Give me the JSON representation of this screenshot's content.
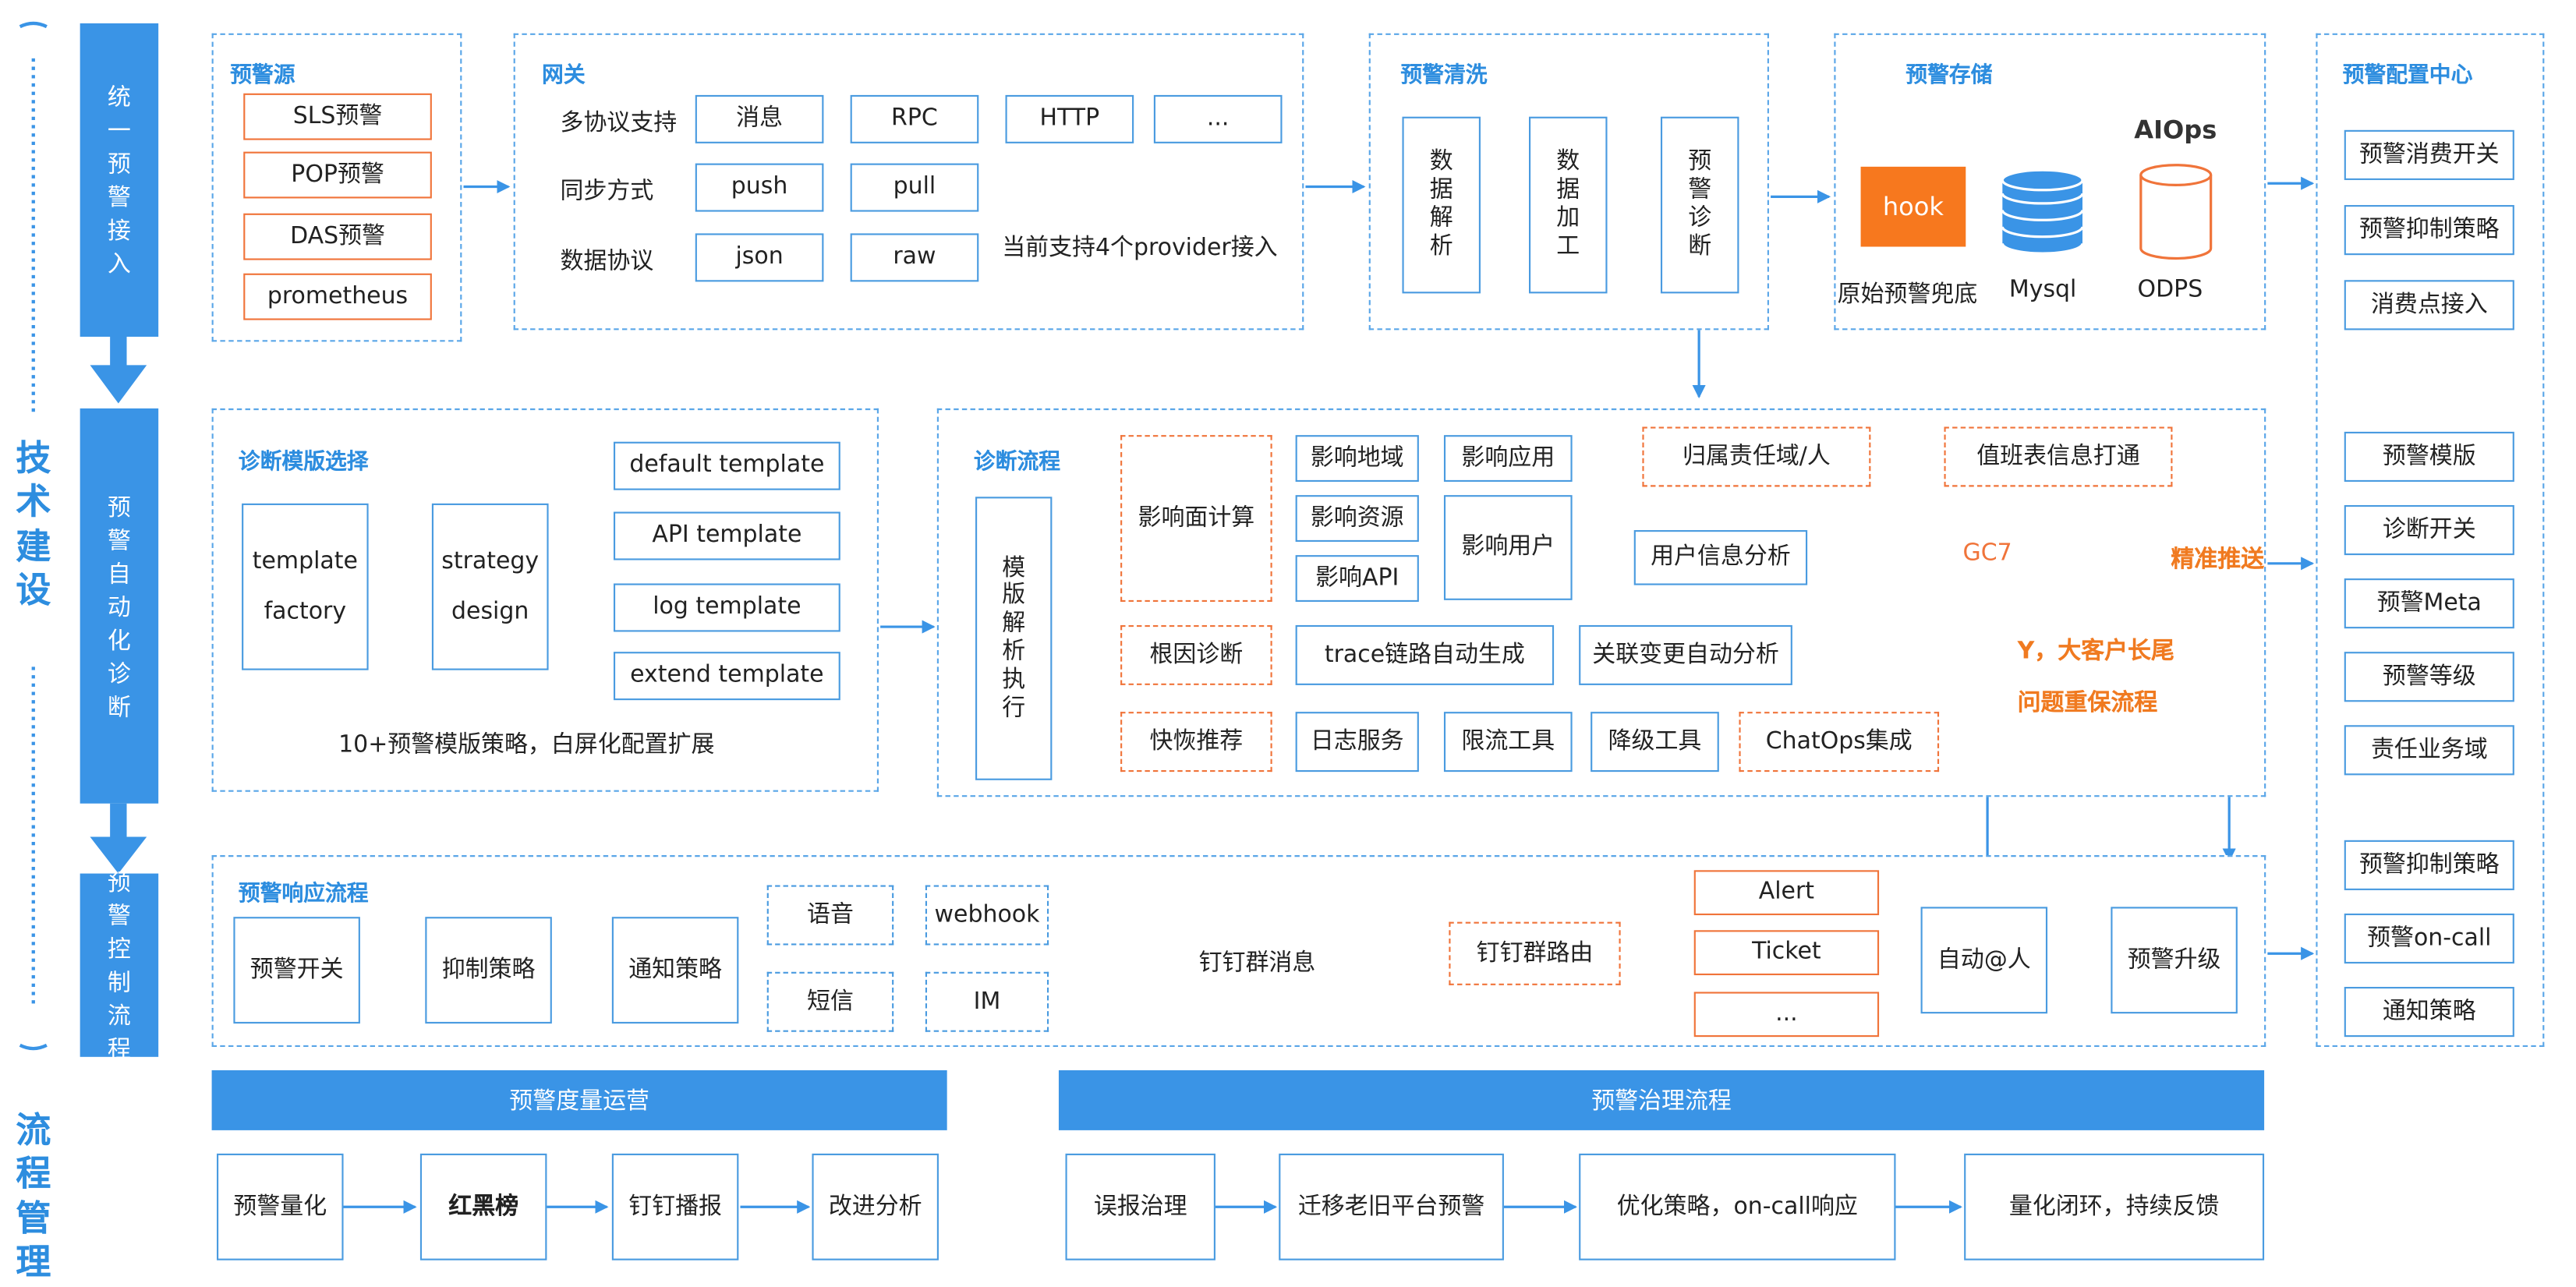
{
  "left": {
    "tech": "技术建设",
    "process": "流程管理"
  },
  "sidebar": {
    "unified": "统一预警接入",
    "auto_diag": "预警自动化诊断",
    "control": "预警控制流程"
  },
  "source": {
    "title": "预警源",
    "items": [
      "SLS预警",
      "POP预警",
      "DAS预警",
      "prometheus"
    ]
  },
  "gateway": {
    "title": "网关",
    "rows": [
      {
        "label": "多协议支持",
        "items": [
          "消息",
          "RPC",
          "HTTP",
          "..."
        ]
      },
      {
        "label": "同步方式",
        "items": [
          "push",
          "pull"
        ]
      },
      {
        "label": "数据协议",
        "items": [
          "json",
          "raw"
        ]
      }
    ],
    "note": "当前支持4个provider接入"
  },
  "clean": {
    "title": "预警清洗",
    "items": [
      "数据解析",
      "数据加工",
      "预警诊断"
    ]
  },
  "storage": {
    "title": "预警存储",
    "aiops": "AIOps",
    "hook": "hook",
    "hook_label": "原始预警兜底",
    "mysql": "Mysql",
    "odps": "ODPS"
  },
  "config": {
    "title": "预警配置中心",
    "group1": [
      "预警消费开关",
      "预警抑制策略",
      "消费点接入"
    ],
    "group2": [
      "预警模版",
      "诊断开关",
      "预警Meta",
      "预警等级",
      "责任业务域"
    ],
    "group3": [
      "预警抑制策略",
      "预警on-call",
      "通知策略"
    ]
  },
  "template": {
    "title": "诊断模版选择",
    "factory": "template factory",
    "strategy": "strategy design",
    "items": [
      "default template",
      "API template",
      "log template",
      "extend template"
    ],
    "note": "10+预警模版策略，白屏化配置扩展"
  },
  "diag": {
    "title": "诊断流程",
    "exec": "模版解析执行",
    "impact": "影响面计算",
    "region": "影响地域",
    "app": "影响应用",
    "resource": "影响资源",
    "user": "影响用户",
    "api": "影响API",
    "owner": "归属责任域/人",
    "duty": "值班表信息打通",
    "user_analysis": "用户信息分析",
    "gc7": "GC7",
    "root": "根因诊断",
    "trace": "trace链路自动生成",
    "change": "关联变更自动分析",
    "recover": "快恢推荐",
    "log": "日志服务",
    "limit": "限流工具",
    "degrade": "降级工具",
    "chatops": "ChatOps集成",
    "push_label": "精准推送",
    "y_label1": "Y，大客户长尾",
    "y_label2": "问题重保流程"
  },
  "response": {
    "title": "预警响应流程",
    "switch": "预警开关",
    "suppress": "抑制策略",
    "notify": "通知策略",
    "channels": [
      "语音",
      "webhook",
      "短信",
      "IM"
    ],
    "dingmsg": "钉钉群消息",
    "dingroute": "钉钉群路由",
    "alerts": [
      "Alert",
      "Ticket",
      "..."
    ],
    "auto_at": "自动@人",
    "upgrade": "预警升级"
  },
  "metrics": {
    "title": "预警度量运营",
    "items": [
      "预警量化",
      "红黑榜",
      "钉钉播报",
      "改进分析"
    ]
  },
  "governance": {
    "title": "预警治理流程",
    "items": [
      "误报治理",
      "迁移老旧平台预警",
      "优化策略，on-call响应",
      "量化闭环，持续反馈"
    ]
  },
  "colors": {
    "blue": "#3a94e6",
    "orange": "#f0743a",
    "title_blue": "#2d8ddf",
    "hook": "#f7781e"
  }
}
